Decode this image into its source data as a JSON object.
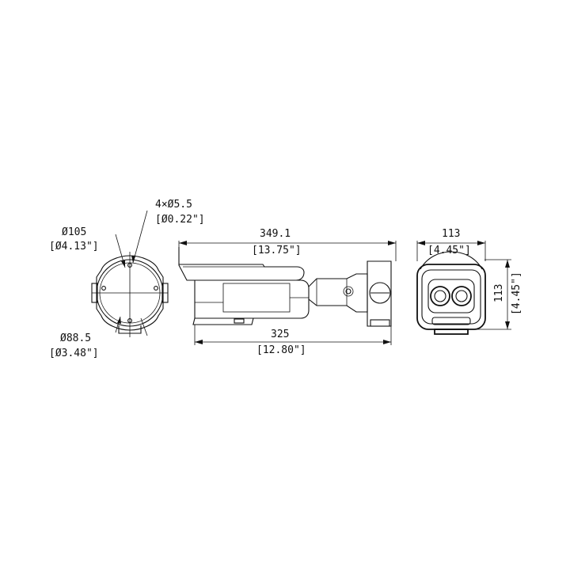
{
  "back_view": {
    "outer_diameter_mm": "Ø105",
    "outer_diameter_in": "[Ø4.13\"]",
    "holes_mm": "4×Ø5.5",
    "holes_in": "[Ø0.22\"]",
    "bolt_circle_mm": "Ø88.5",
    "bolt_circle_in": "[Ø3.48\"]"
  },
  "side_view": {
    "overall_length_mm": "349.1",
    "overall_length_in": "[13.75\"]",
    "body_length_mm": "325",
    "body_length_in": "[12.80\"]"
  },
  "front_view": {
    "width_mm": "113",
    "width_in": "[4.45\"]",
    "height_mm": "113",
    "height_in": "[4.45\"]"
  }
}
